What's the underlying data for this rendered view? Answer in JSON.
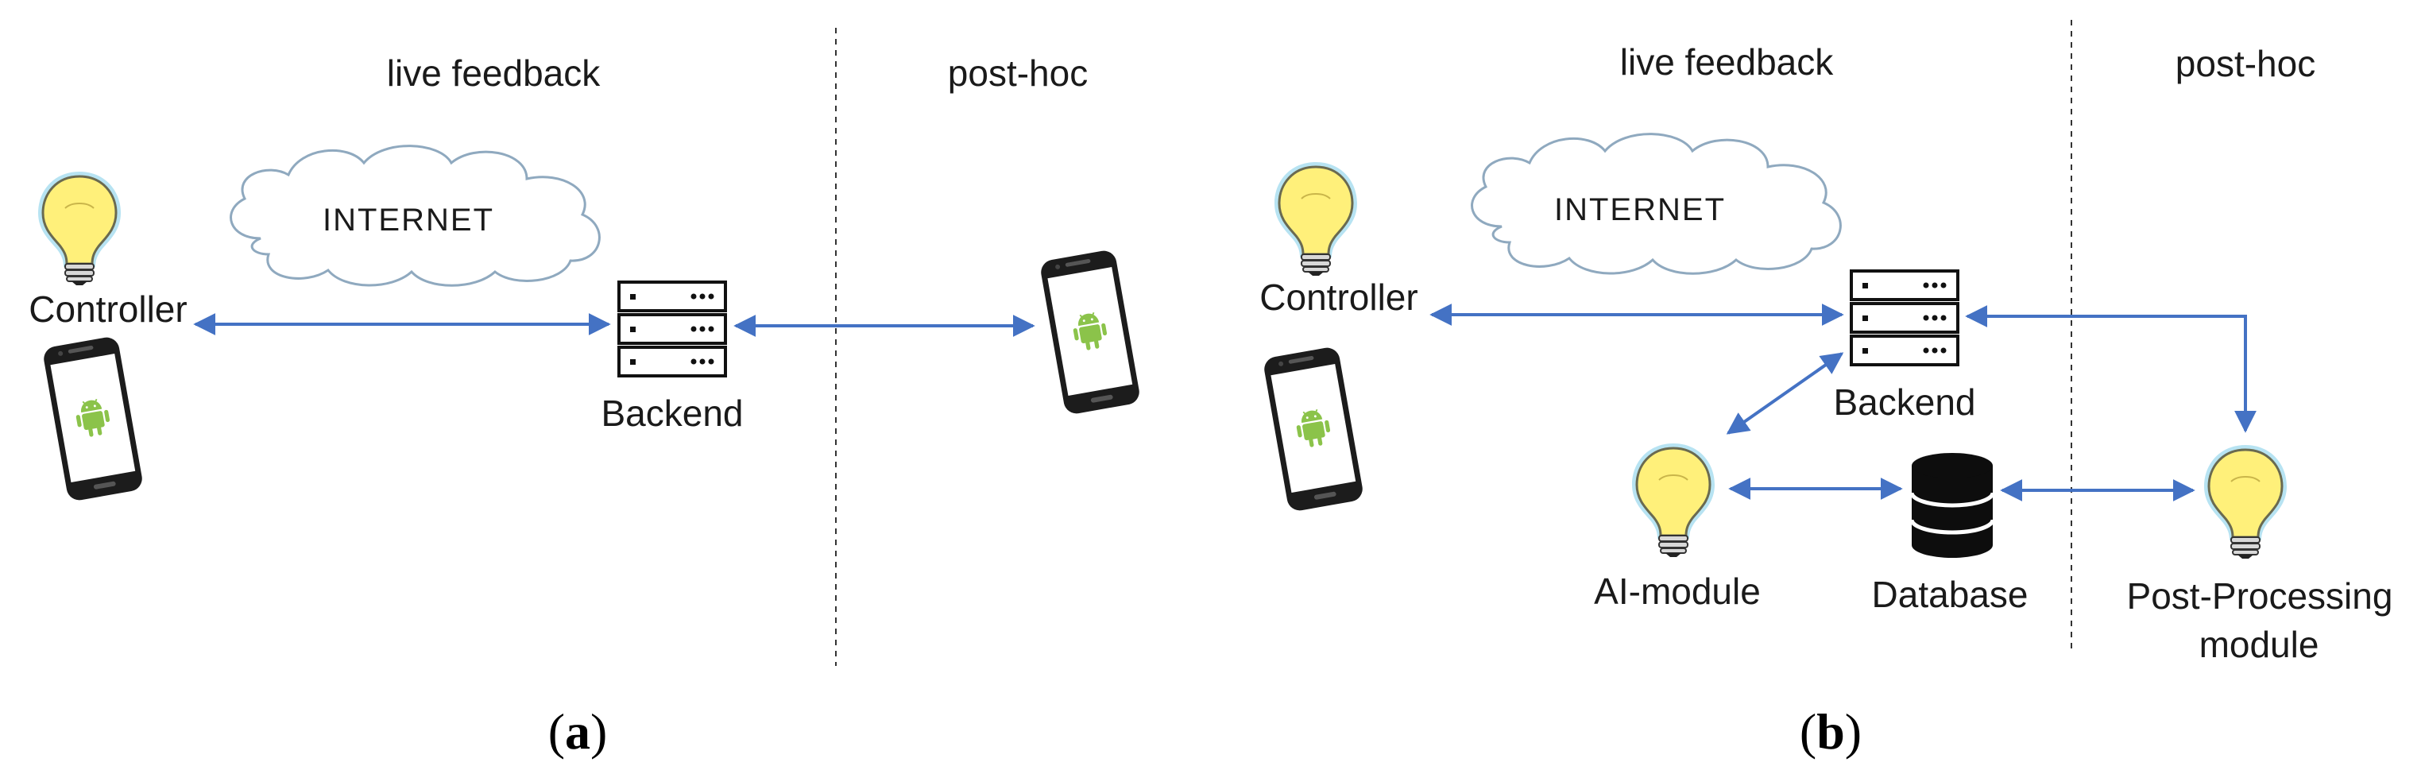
{
  "panel_a": {
    "zone_live": "live feedback",
    "zone_posthoc": "post-hoc",
    "cloud": "INTERNET",
    "controller": "Controller",
    "backend": "Backend",
    "caption_open": "(",
    "caption_letter": "a",
    "caption_close": ")"
  },
  "panel_b": {
    "zone_live": "live feedback",
    "zone_posthoc": "post-hoc",
    "cloud": "INTERNET",
    "controller": "Controller",
    "backend": "Backend",
    "ai_module": "AI-module",
    "database": "Database",
    "postproc_line1": "Post-Processing",
    "postproc_line2": "module",
    "caption_open": "(",
    "caption_letter": "b",
    "caption_close": ")"
  },
  "colors": {
    "arrow": "#4472C4",
    "bulb": "#FFF07A",
    "bulb_glow": "#B7E3F2",
    "android": "#8BC34A",
    "phone": "#1c1c1c"
  }
}
